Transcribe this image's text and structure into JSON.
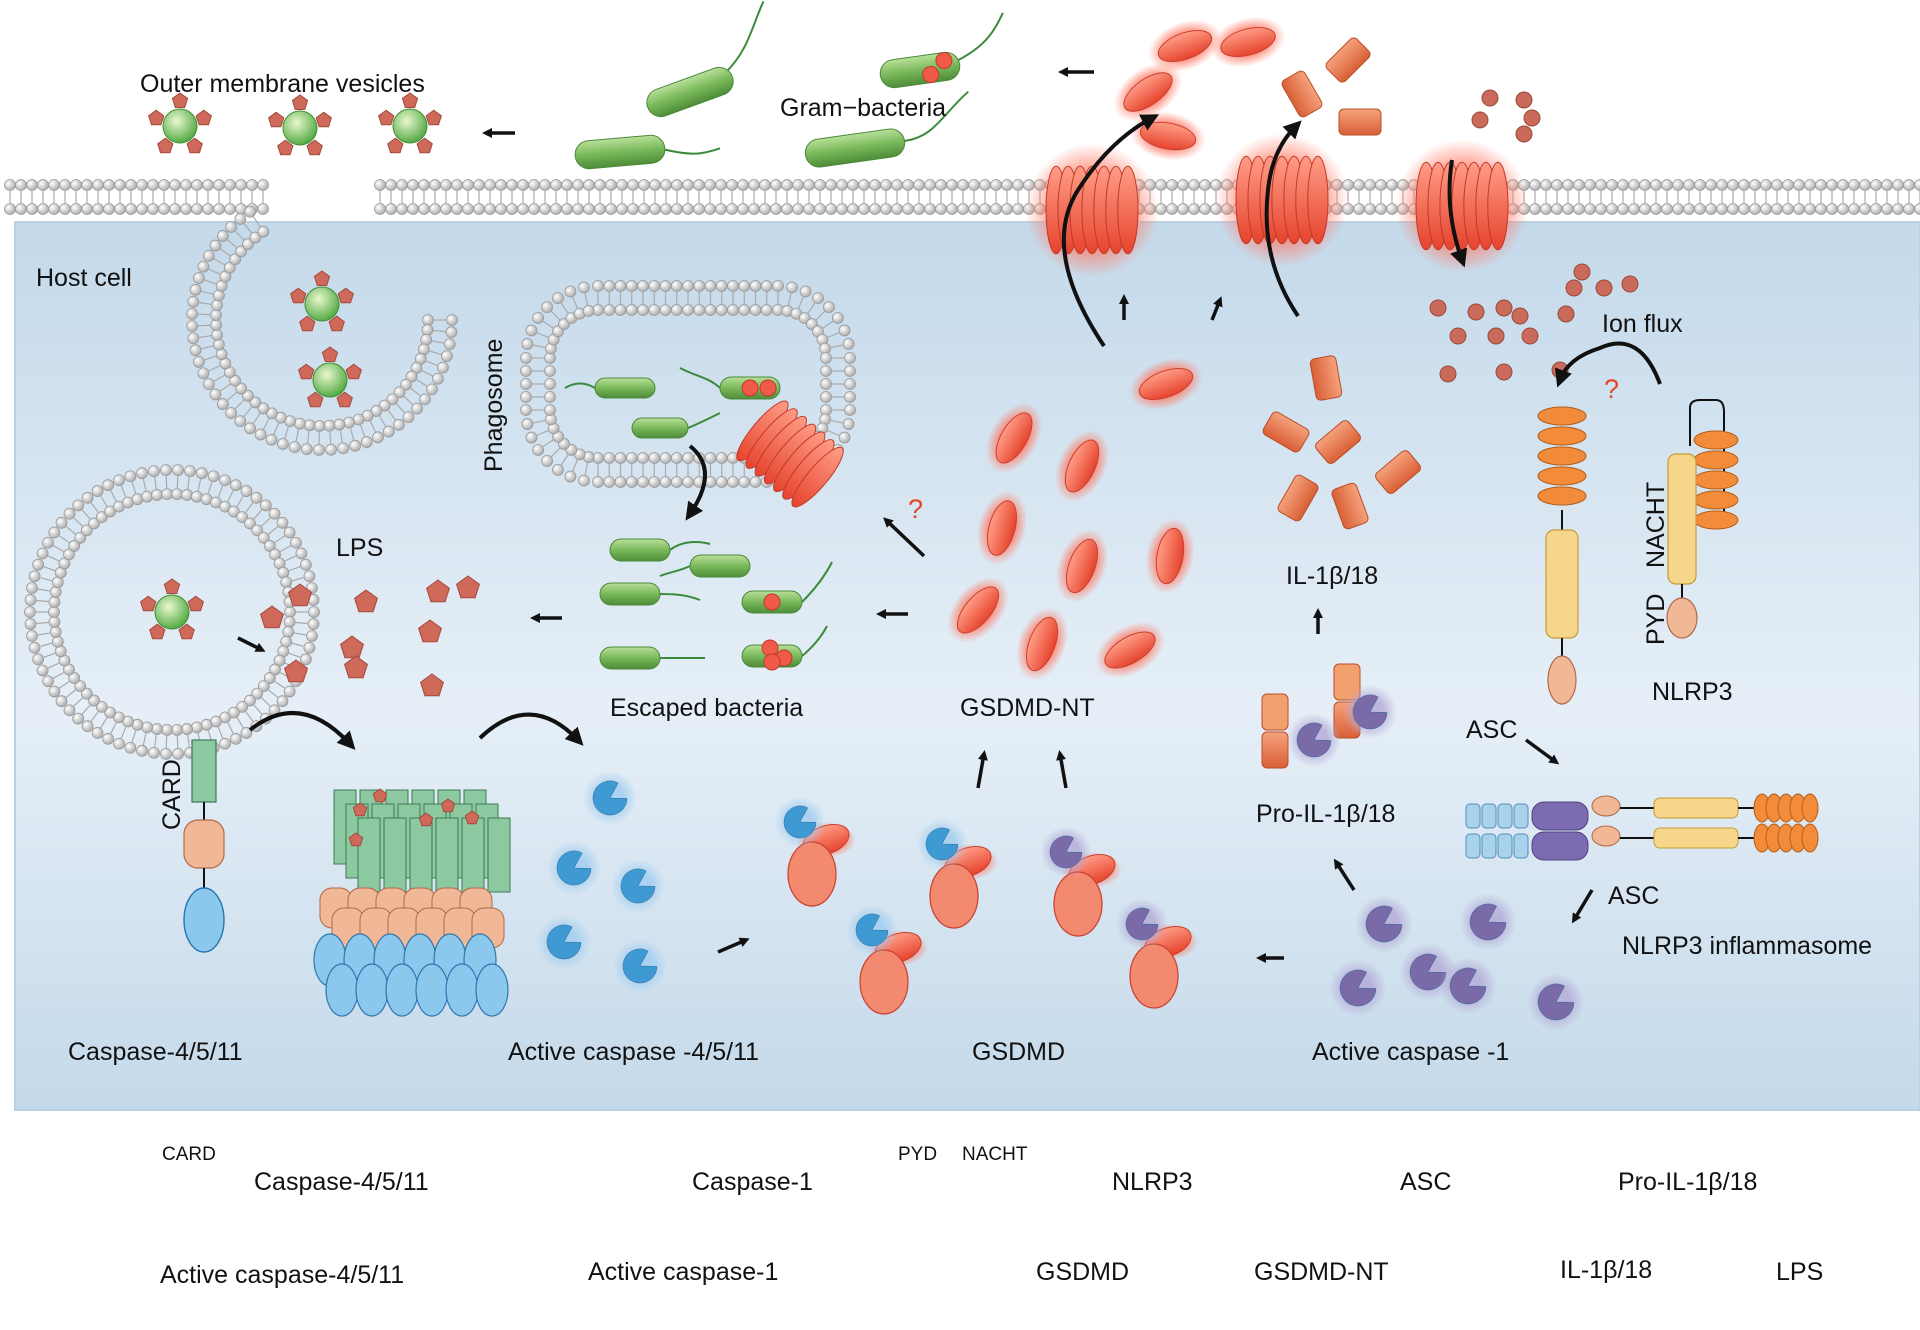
{
  "labels": {
    "outer_membrane_vesicles": "Outer membrane vesicles",
    "gram_bacteria": "Gram−bacteria",
    "host_cell": "Host cell",
    "phagosome": "Phagosome",
    "lps": "LPS",
    "escaped_bacteria": "Escaped bacteria",
    "gsdmd_nt": "GSDMD-NT",
    "il": "IL-1β/18",
    "pro_il": "Pro-IL-1β/18",
    "ion_flux": "Ion flux",
    "question": "?",
    "card": "CARD",
    "pyd": "PYD",
    "nacht": "NACHT",
    "nlrp3": "NLRP3",
    "asc": "ASC",
    "nlrp3_inflammasome": "NLRP3 inflammasome",
    "caspase_4511": "Caspase-4/5/11",
    "active_caspase_4511": "Active  caspase -4/5/11",
    "gsdmd": "GSDMD",
    "active_caspase_1": "Active  caspase -1"
  },
  "legend": {
    "card": "CARD",
    "caspase_4511": "Caspase-4/5/11",
    "caspase_1": "Caspase-1",
    "pyd": "PYD",
    "nacht": "NACHT",
    "nlrp3": "NLRP3",
    "asc": "ASC",
    "pro_il": "Pro-IL-1β/18",
    "active_caspase_4511": "Active  caspase-4/5/11",
    "active_caspase_1": "Active  caspase-1",
    "gsdmd": "GSDMD",
    "gsdmd_nt": "GSDMD-NT",
    "il": "IL-1β/18",
    "lps": "LPS"
  },
  "colors": {
    "cytoplasm": "#cfe0ee",
    "bacteria": "#7fbf5e",
    "gsdmd_nt": "#f26a50",
    "caspase_4511": "#3f9ad4",
    "caspase_1": "#7b6aa8",
    "il": "#ec7c4a",
    "lps": "#cf6a5a",
    "card": "#8cc9a0",
    "nacht": "#f6d68a"
  }
}
